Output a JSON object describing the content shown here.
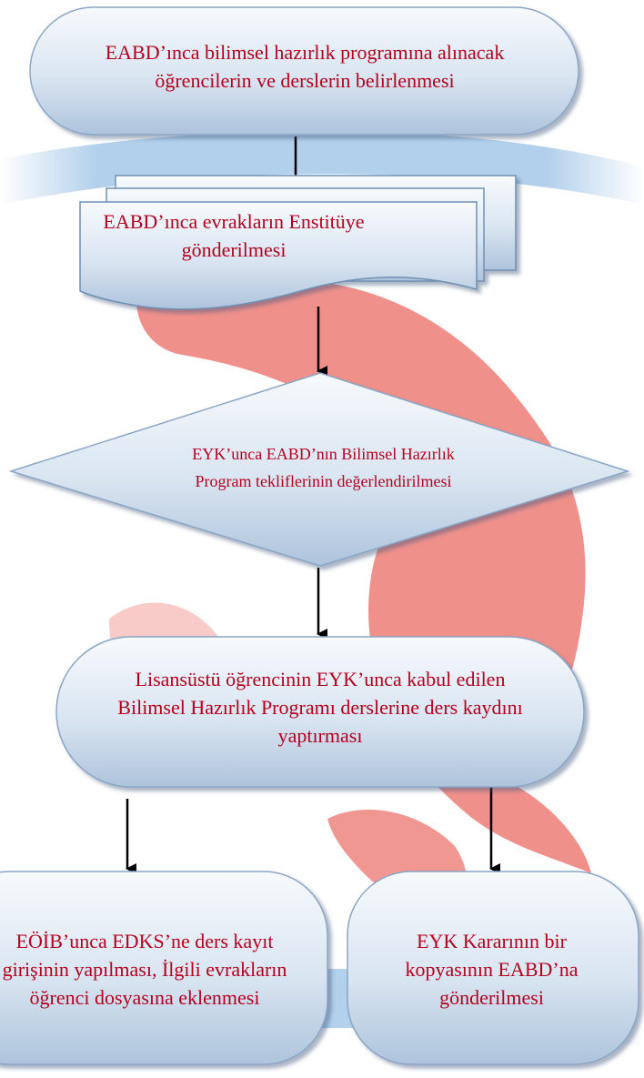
{
  "flowchart": {
    "nodes": [
      {
        "id": "start",
        "shape": "terminal",
        "text": "EABD’ınca bilimsel hazırlık programına alınacak öğrencilerin ve derslerin belirlenmesi"
      },
      {
        "id": "docs",
        "shape": "multi-document",
        "text": "EABD’ınca evrakların Enstitüye gönderilmesi"
      },
      {
        "id": "decision",
        "shape": "decision",
        "text": "EYK’unca EABD’nın Bilimsel Hazırlık Program tekliflerinin değerlendirilmesi"
      },
      {
        "id": "enroll",
        "shape": "terminal",
        "text": "Lisansüstü öğrencinin EYK’unca kabul edilen Bilimsel Hazırlık Programı derslerine ders kaydını yaptırması"
      },
      {
        "id": "left",
        "shape": "terminal",
        "text": "EÖİB’unca EDKS’ne ders kayıt girişinin yapılması, İlgili evrakların öğrenci dosyasına eklenmesi"
      },
      {
        "id": "right",
        "shape": "terminal",
        "text": "EYK Kararının bir kopyasının EABD’na gönderilmesi"
      }
    ],
    "edges": [
      {
        "from": "start",
        "to": "docs"
      },
      {
        "from": "docs",
        "to": "decision"
      },
      {
        "from": "decision",
        "to": "enroll"
      },
      {
        "from": "enroll",
        "to": "left"
      },
      {
        "from": "enroll",
        "to": "right"
      }
    ]
  },
  "colors": {
    "text": "#b5001e",
    "fill_light": "#f3f7fb",
    "fill_dark": "#b4c8de",
    "border": "#8aa6c6",
    "arrow": "#000000",
    "watermark_red": "#e3463f",
    "watermark_blue": "#6fa8dc"
  }
}
